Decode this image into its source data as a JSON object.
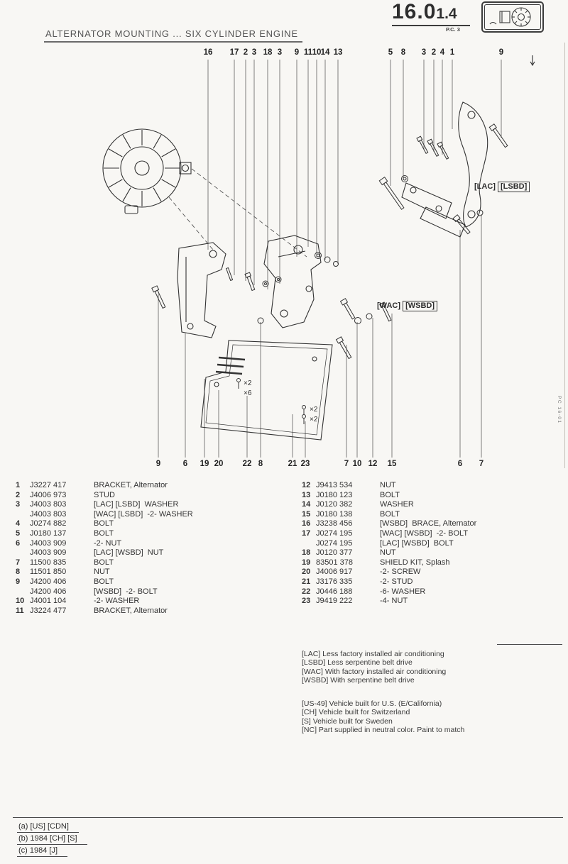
{
  "header": {
    "section_number_major": "16.0",
    "section_number_minor": "1.4",
    "page_code": "P.C. 3",
    "title": "ALTERNATOR MOUNTING ... SIX CYLINDER ENGINE"
  },
  "diagram": {
    "top_callouts": [
      "16",
      "17",
      "2",
      "3",
      "18",
      "3",
      "9",
      "11",
      "10",
      "14",
      "13",
      "5",
      "8",
      "3",
      "2",
      "4",
      "1",
      "9"
    ],
    "bottom_callouts": [
      "9",
      "6",
      "19",
      "20",
      "22",
      "8",
      "21",
      "23",
      "7",
      "10",
      "12",
      "15",
      "6",
      "7"
    ],
    "labels": {
      "lac": "[LAC]",
      "lsbd": "[LSBD]",
      "wac": "[WAC]",
      "wsbd": "[WSBD]"
    },
    "annotations": [
      "×2",
      "×6",
      "×2",
      "×2"
    ],
    "margin_text": "PC 16-01"
  },
  "parts_list": {
    "left": [
      {
        "ref": "1",
        "part": "J3227 417",
        "desc": "BRACKET, Alternator"
      },
      {
        "ref": "2",
        "part": "J4006 973",
        "desc": "STUD"
      },
      {
        "ref": "3",
        "part": "J4003 803",
        "desc": "[LAC] [LSBD]  WASHER"
      },
      {
        "ref": "",
        "part": "J4003 803",
        "desc": "[WAC] [LSBD]  -2- WASHER"
      },
      {
        "ref": "4",
        "part": "J0274 882",
        "desc": "BOLT"
      },
      {
        "ref": "5",
        "part": "J0180 137",
        "desc": "BOLT"
      },
      {
        "ref": "6",
        "part": "J4003 909",
        "desc": "-2- NUT"
      },
      {
        "ref": "",
        "part": "J4003 909",
        "desc": "[LAC] [WSBD]  NUT"
      },
      {
        "ref": "7",
        "part": "11500 835",
        "desc": "BOLT"
      },
      {
        "ref": "8",
        "part": "11501 850",
        "desc": "NUT"
      },
      {
        "ref": "9",
        "part": "J4200 406",
        "desc": "BOLT"
      },
      {
        "ref": "",
        "part": "J4200 406",
        "desc": "[WSBD]  -2- BOLT"
      },
      {
        "ref": "10",
        "part": "J4001 104",
        "desc": "-2- WASHER"
      },
      {
        "ref": "11",
        "part": "J3224 477",
        "desc": "BRACKET, Alternator"
      }
    ],
    "right": [
      {
        "ref": "12",
        "part": "J9413 534",
        "desc": "NUT"
      },
      {
        "ref": "13",
        "part": "J0180 123",
        "desc": "BOLT"
      },
      {
        "ref": "14",
        "part": "J0120 382",
        "desc": "WASHER"
      },
      {
        "ref": "15",
        "part": "J0180 138",
        "desc": "BOLT"
      },
      {
        "ref": "16",
        "part": "J3238 456",
        "desc": "[WSBD]  BRACE, Alternator"
      },
      {
        "ref": "17",
        "part": "J0274 195",
        "desc": "[WAC] [WSBD]  -2- BOLT"
      },
      {
        "ref": "",
        "part": "J0274 195",
        "desc": "[LAC] [WSBD]  BOLT"
      },
      {
        "ref": "18",
        "part": "J0120 377",
        "desc": "NUT"
      },
      {
        "ref": "19",
        "part": "83501 378",
        "desc": "SHIELD KIT, Splash"
      },
      {
        "ref": "20",
        "part": "J4006 917",
        "desc": "-2- SCREW"
      },
      {
        "ref": "21",
        "part": "J3176 335",
        "desc": "-2- STUD"
      },
      {
        "ref": "22",
        "part": "J0446 188",
        "desc": "-6- WASHER"
      },
      {
        "ref": "23",
        "part": "J9419 222",
        "desc": "-4- NUT"
      }
    ]
  },
  "legend": {
    "option_codes": [
      {
        "code": "[LAC]",
        "text": "Less factory installed air conditioning"
      },
      {
        "code": "[LSBD]",
        "text": "Less serpentine belt drive"
      },
      {
        "code": "[WAC]",
        "text": "With factory installed air conditioning"
      },
      {
        "code": "[WSBD]",
        "text": "With serpentine belt drive"
      }
    ],
    "build_codes": [
      {
        "code": "[US-49]",
        "text": "Vehicle built for U.S. (E/California)"
      },
      {
        "code": "[CH]",
        "text": "Vehicle built for Switzerland"
      },
      {
        "code": "[S]",
        "text": "Vehicle built for Sweden"
      },
      {
        "code": "[NC]",
        "text": "Part supplied in neutral color. Paint to match"
      }
    ]
  },
  "footer": {
    "lines": [
      "(a) [US] [CDN]",
      "(b) 1984 [CH] [S]",
      "(c) 1984 [J]"
    ]
  }
}
